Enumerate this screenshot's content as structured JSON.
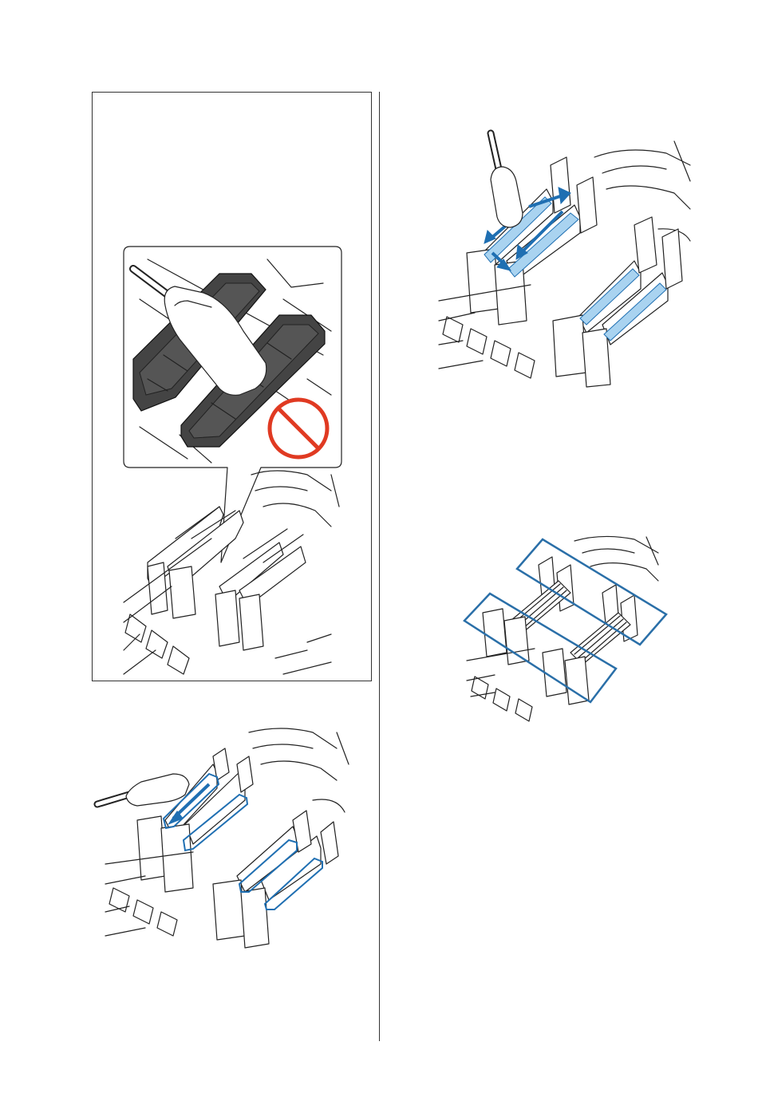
{
  "colors": {
    "accent_blue": "#1f6fb2",
    "highlight_blue": "#a9d3f0",
    "warning_red": "#e03a22",
    "cap_dark": "#444444",
    "line": "#222222"
  },
  "figures": [
    {
      "name": "do-not-wipe-cap-surface-illustration",
      "icons": [
        "prohibited-icon",
        "cleaning-stick-icon"
      ]
    },
    {
      "name": "wipe-cap-rims-illustration",
      "icons": [
        "cleaning-stick-icon",
        "arrow-icon"
      ]
    },
    {
      "name": "wipe-cap-sides-illustration",
      "icons": [
        "cleaning-stick-icon",
        "arrow-icon"
      ]
    },
    {
      "name": "cap-areas-illustration",
      "icons": []
    }
  ]
}
